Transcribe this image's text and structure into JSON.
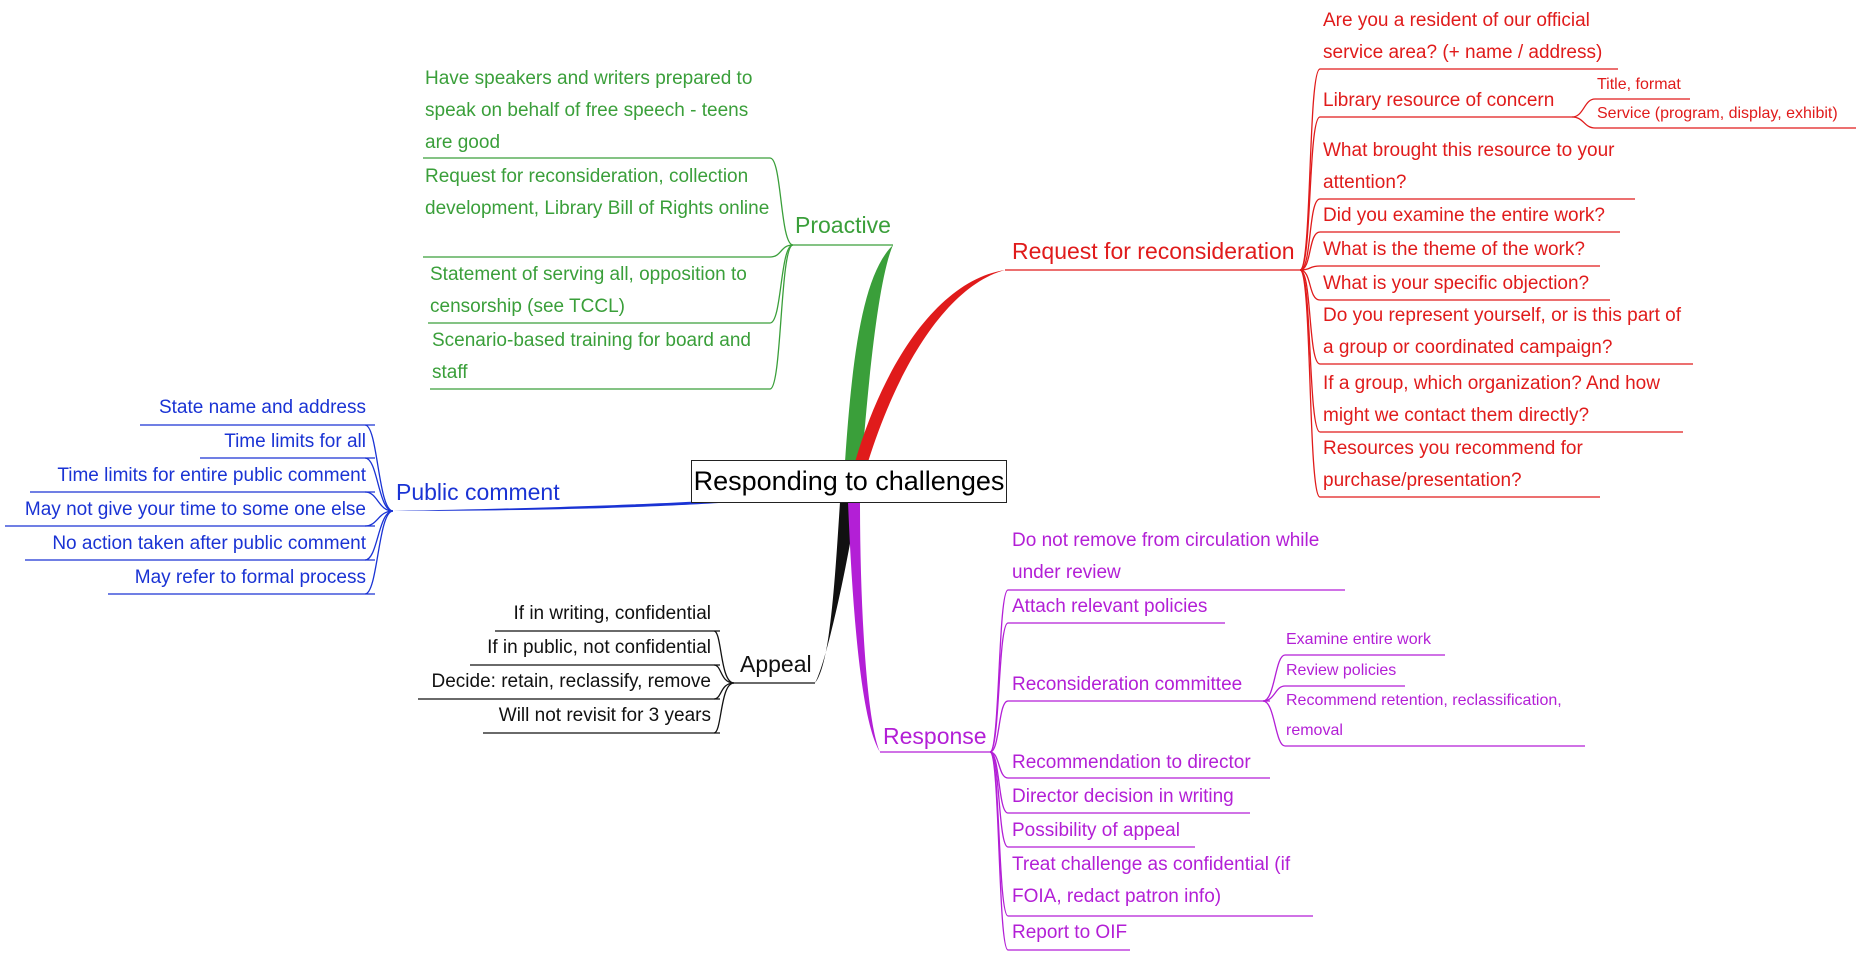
{
  "root": "Responding to challenges",
  "colors": {
    "proactive": "#3a9f3a",
    "request": "#e01b1b",
    "public": "#1a33d4",
    "appeal": "#111111",
    "response": "#b31fd6"
  },
  "proactive": {
    "label": "Proactive",
    "items": [
      "Have speakers and writers prepared to speak on behalf of free speech - teens are good",
      "Request for reconsideration, collection development, Library Bill of Rights online",
      "Statement of serving all, opposition to censorship (see TCCL)",
      "Scenario-based training for board and staff"
    ]
  },
  "request": {
    "label": "Request for reconsideration",
    "items": [
      "Are you a resident of our official service area? (+ name / address)",
      "Library resource of concern",
      "What brought this resource to your attention?",
      "Did you examine the entire work?",
      "What is the theme of the work?",
      "What is your specific objection?",
      "Do you represent yourself, or is this part of a group or coordinated campaign?",
      "If a group, which organization? And how might we contact them directly?",
      "Resources you recommend for purchase/presentation?"
    ],
    "resource_sub": [
      "Title, format",
      "Service (program, display, exhibit)"
    ]
  },
  "public": {
    "label": "Public comment",
    "items": [
      "State name and address",
      "Time limits for all",
      "Time limits for entire public comment",
      "May not give your time to some one else",
      "No action taken after public comment",
      "May refer to formal process"
    ]
  },
  "appeal": {
    "label": "Appeal",
    "items": [
      "If in writing, confidential",
      "If in public, not confidential",
      "Decide: retain, reclassify, remove",
      "Will not revisit for 3 years"
    ]
  },
  "response": {
    "label": "Response",
    "items": [
      "Do not remove from circulation while under review",
      "Attach relevant policies",
      "Reconsideration committee",
      "Recommendation to director",
      "Director decision in writing",
      "Possibility of appeal",
      "Treat challenge as confidential (if FOIA, redact patron info)",
      "Report to OIF"
    ],
    "committee_sub": [
      "Examine entire work",
      "Review policies",
      "Recommend retention, reclassification, removal"
    ]
  }
}
